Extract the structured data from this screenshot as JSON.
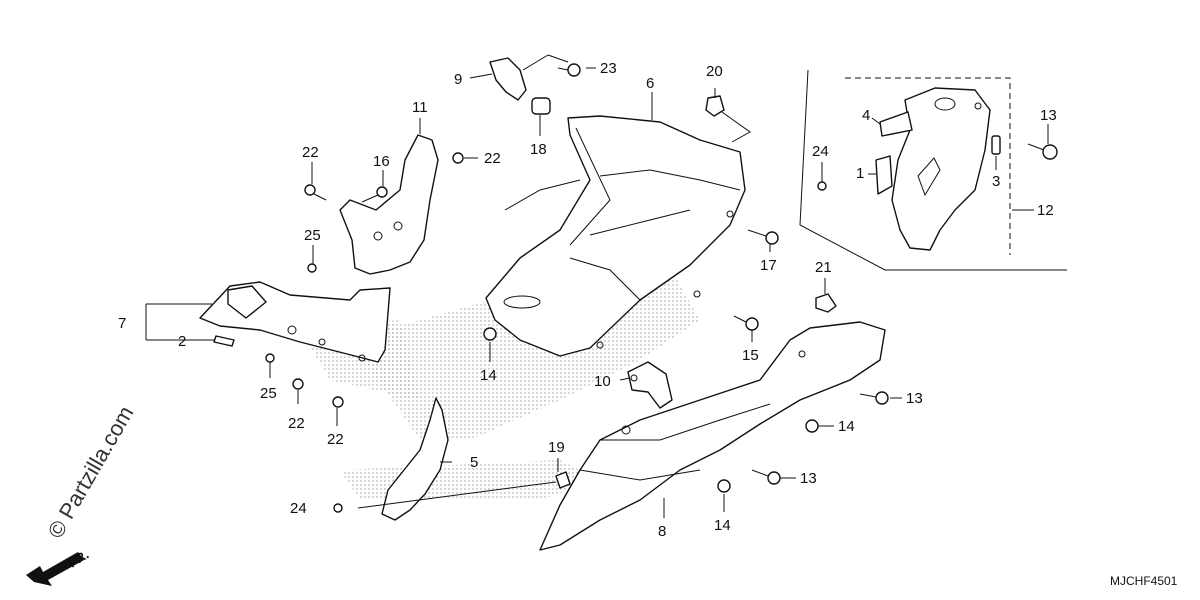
{
  "diagram": {
    "code": "MJCHF4501",
    "watermark": "© Partzilla.com",
    "direction_label": "FR.",
    "callouts": [
      {
        "id": "c1",
        "label": "1"
      },
      {
        "id": "c2",
        "label": "2"
      },
      {
        "id": "c3",
        "label": "3"
      },
      {
        "id": "c4",
        "label": "4"
      },
      {
        "id": "c5",
        "label": "5"
      },
      {
        "id": "c6",
        "label": "6"
      },
      {
        "id": "c7",
        "label": "7"
      },
      {
        "id": "c8",
        "label": "8"
      },
      {
        "id": "c9",
        "label": "9"
      },
      {
        "id": "c10",
        "label": "10"
      },
      {
        "id": "c11",
        "label": "11"
      },
      {
        "id": "c12",
        "label": "12"
      },
      {
        "id": "c13a",
        "label": "13"
      },
      {
        "id": "c13b",
        "label": "13"
      },
      {
        "id": "c13c",
        "label": "13"
      },
      {
        "id": "c14a",
        "label": "14"
      },
      {
        "id": "c14b",
        "label": "14"
      },
      {
        "id": "c14c",
        "label": "14"
      },
      {
        "id": "c15",
        "label": "15"
      },
      {
        "id": "c16",
        "label": "16"
      },
      {
        "id": "c17",
        "label": "17"
      },
      {
        "id": "c18",
        "label": "18"
      },
      {
        "id": "c19",
        "label": "19"
      },
      {
        "id": "c20",
        "label": "20"
      },
      {
        "id": "c21",
        "label": "21"
      },
      {
        "id": "c22a",
        "label": "22"
      },
      {
        "id": "c22b",
        "label": "22"
      },
      {
        "id": "c22c",
        "label": "22"
      },
      {
        "id": "c22d",
        "label": "22"
      },
      {
        "id": "c23",
        "label": "23"
      },
      {
        "id": "c24a",
        "label": "24"
      },
      {
        "id": "c24b",
        "label": "24"
      },
      {
        "id": "c25a",
        "label": "25"
      },
      {
        "id": "c25b",
        "label": "25"
      }
    ]
  }
}
